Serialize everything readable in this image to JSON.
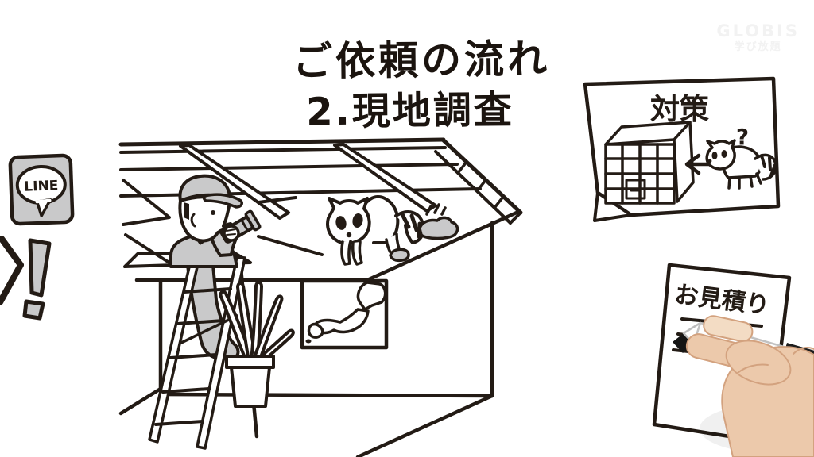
{
  "title": {
    "line1": "ご依頼の流れ",
    "line2": "2.現地調査"
  },
  "line_badge": {
    "label": "LINE"
  },
  "marks": {
    "exclamation": "!",
    "partial_cross": "X"
  },
  "countermeasure_sign": {
    "title": "対策",
    "question": "?",
    "icons": [
      "trap-cage-icon",
      "arrow-left-icon",
      "raccoon-icon"
    ]
  },
  "estimate_paper": {
    "title": "お見積り",
    "written_lines": 3
  },
  "attic_scene": {
    "icons": [
      "worker-flashlight-icon",
      "raccoon-icon",
      "droppings-icon",
      "stepladder-icon",
      "potted-plant-icon",
      "japan-map-frame-icon"
    ]
  },
  "watermark": {
    "brand": "GLOBIS",
    "service": "学び放題"
  },
  "colors": {
    "ink": "#231b15",
    "gray_fill": "#c9c9ca",
    "paper": "#ffffff",
    "watermark_gray": "#f2f2f2",
    "skin": "#ecc9ab",
    "marker_black": "#1d1d1d"
  }
}
